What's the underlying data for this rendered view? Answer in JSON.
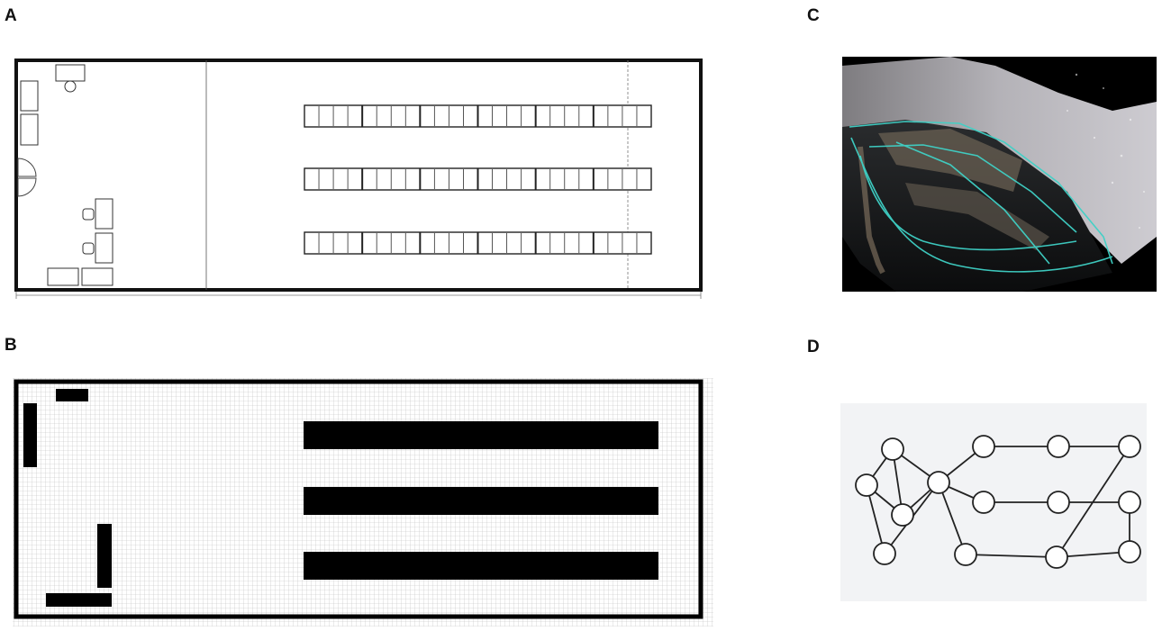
{
  "panels": {
    "a": {
      "label": "A"
    },
    "b": {
      "label": "B"
    },
    "c": {
      "label": "C"
    },
    "d": {
      "label": "D"
    }
  },
  "floorplan": {
    "shelf_rows": 3,
    "shelf_sections_per_row": 6,
    "shelf_slots_per_section": 4
  },
  "grid_map": {
    "occupied_color": "#000000",
    "free_color": "#ffffff",
    "grid_color": "#bdbdbd"
  },
  "point_cloud": {
    "background": "#000000",
    "trajectory_color": "#3fd1c6"
  },
  "graph": {
    "background": "#f2f3f5",
    "node_fill": "#ffffff",
    "edge_color": "#222222",
    "nodes": [
      "n1",
      "n2",
      "n3",
      "n4",
      "n5",
      "n6",
      "n7",
      "n8",
      "n9",
      "n10",
      "n11",
      "n12",
      "n13",
      "n14",
      "n15"
    ],
    "edges": [
      [
        "n1",
        "n2"
      ],
      [
        "n1",
        "n3"
      ],
      [
        "n1",
        "n4"
      ],
      [
        "n2",
        "n3"
      ],
      [
        "n2",
        "n5"
      ],
      [
        "n3",
        "n5"
      ],
      [
        "n5",
        "n4"
      ],
      [
        "n5",
        "n6"
      ],
      [
        "n5",
        "n10"
      ],
      [
        "n5",
        "n7"
      ],
      [
        "n6",
        "n11"
      ],
      [
        "n11",
        "n12"
      ],
      [
        "n12",
        "n8"
      ],
      [
        "n10",
        "n13"
      ],
      [
        "n13",
        "n14"
      ],
      [
        "n14",
        "n9"
      ],
      [
        "n7",
        "n8"
      ],
      [
        "n8",
        "n9"
      ]
    ]
  }
}
